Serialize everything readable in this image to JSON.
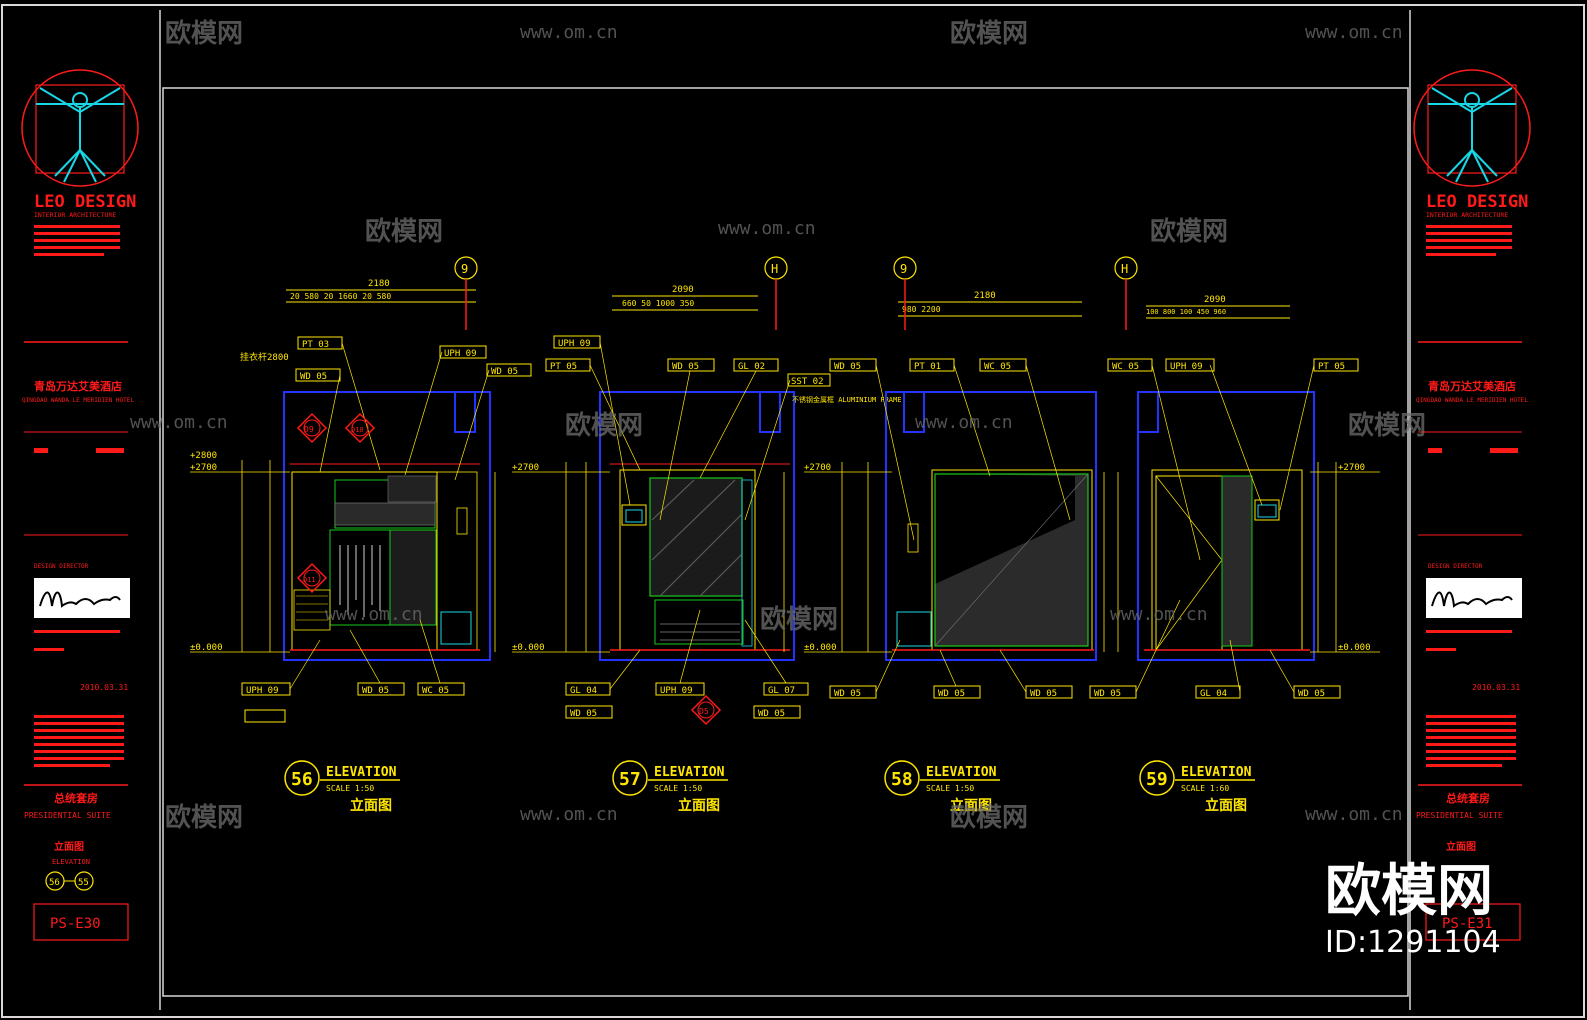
{
  "title_block": {
    "left": {
      "logo": "LEO DESIGN",
      "logo_sub": "INTERIOR ARCHITECTURE",
      "project_cn": "青岛万达艾美酒店",
      "project_en": "QINGDAO WANDA LE MERIDIEN HOTEL",
      "designer_label": "DESIGN DIRECTOR",
      "date": "2010.03.31",
      "room_cn": "总统套房",
      "room_en": "PRESIDENTIAL SUITE",
      "sheet_cn": "立面图",
      "sheet_en": "ELEVATION",
      "ref_a": "56",
      "ref_b": "55",
      "sheet_no": "PS-E30"
    },
    "right": {
      "logo": "LEO DESIGN",
      "logo_sub": "INTERIOR ARCHITECTURE",
      "project_cn": "青岛万达艾美酒店",
      "project_en": "QINGDAO WANDA LE MERIDIEN HOTEL",
      "designer_label": "DESIGN DIRECTOR",
      "date": "2010.03.31",
      "room_cn": "总统套房",
      "room_en": "PRESIDENTIAL SUITE",
      "sheet_cn": "立面图",
      "sheet_no": "PS-E31"
    }
  },
  "elevations": [
    {
      "number": "56",
      "title": "ELEVATION",
      "scale": "SCALE    1:50",
      "cn": "立面图",
      "grid": "9",
      "dim_total": "2180",
      "dim_parts": "20 580 20    1660    20 580",
      "levels": [
        "+2800",
        "+2700",
        "±0.000"
      ],
      "tags": [
        "PT 03",
        "WD 05",
        "UPH 09",
        "WD 05",
        "UPH 09",
        "WD 05",
        "WC 05"
      ],
      "note": "挂衣杆2800",
      "ref_marks": [
        "D9",
        "D10",
        "D11"
      ]
    },
    {
      "number": "57",
      "title": "ELEVATION",
      "scale": "SCALE    1:50",
      "cn": "立面图",
      "grid": "H",
      "dim_total": "2090",
      "dim_parts": "660 50    1000    350",
      "levels": [
        "+2700",
        "±0.000"
      ],
      "tags": [
        "UPH 09",
        "PT 05",
        "WD 05",
        "GL 02",
        "SST 02",
        "GL 04",
        "UPH 09",
        "GL 07",
        "WD 05",
        "WD 05"
      ],
      "note": "不锈钢金属框 ALUMINIUM FRAME",
      "ref_marks": [
        "D5"
      ]
    },
    {
      "number": "58",
      "title": "ELEVATION",
      "scale": "SCALE    1:50",
      "cn": "立面图",
      "grid": "9",
      "dim_total": "2180",
      "dim_parts": "980    2200",
      "levels": [
        "+2700",
        "±0.000"
      ],
      "tags": [
        "WD 05",
        "PT 01",
        "WC 05",
        "WD 05",
        "WD 05",
        "WD 05"
      ],
      "note": "",
      "ref_marks": []
    },
    {
      "number": "59",
      "title": "ELEVATION",
      "scale": "SCALE    1:60",
      "cn": "立面图",
      "grid": "H",
      "dim_total": "2090",
      "dim_parts": "100  800  100 450  960",
      "levels": [
        "+2700",
        "±0.000"
      ],
      "tags": [
        "WC 05",
        "UPH 09",
        "PT 05",
        "WD 05",
        "GL 04",
        "WD 05"
      ],
      "note": "",
      "ref_marks": []
    }
  ],
  "watermark": {
    "brand": "欧模网",
    "url": "www.om.cn",
    "id": "ID:1291104"
  }
}
